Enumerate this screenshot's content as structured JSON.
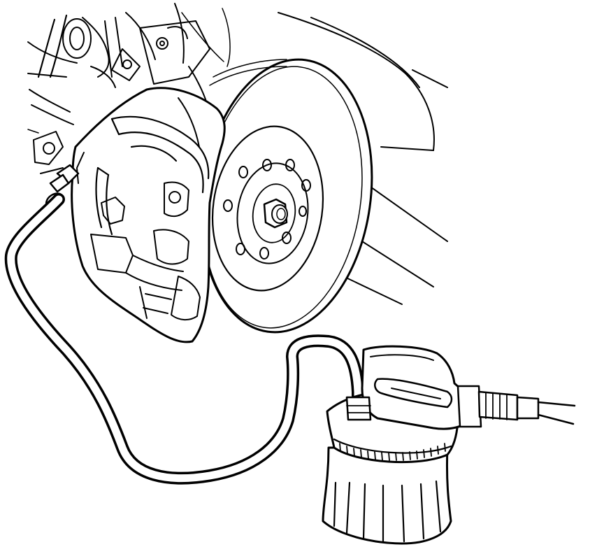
{
  "figure": {
    "components": [
      "wheel-arch-body",
      "steering-knuckle",
      "brake-disc",
      "wheel-hub",
      "brake-caliper",
      "bleed-nipple",
      "bleeder-hose",
      "bleeder-bottle",
      "bottle-cap",
      "pressure-line"
    ],
    "line_color": "#000000",
    "background": "#ffffff"
  }
}
